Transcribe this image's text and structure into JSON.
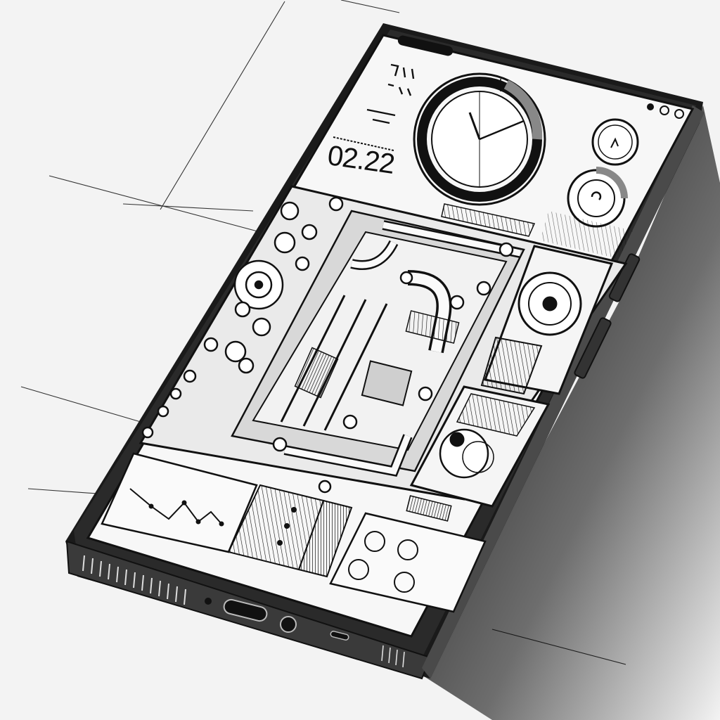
{
  "scene": {
    "subject": "phone-illustration",
    "style": "monochrome-line-art"
  },
  "screen": {
    "clock_readout": "02.22"
  },
  "colors": {
    "ink": "#111111",
    "paper": "#f3f3f3",
    "screen": "#f7f7f7",
    "shadow": "#000000"
  }
}
